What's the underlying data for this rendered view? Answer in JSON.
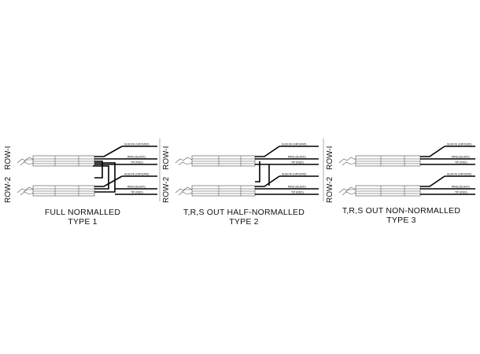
{
  "panels": [
    {
      "rows": [
        "ROW-I",
        "ROW-2"
      ],
      "signals_row1": [
        "SLEEVE (GROUND)",
        "RING (BLACK)",
        "TIP (RED)"
      ],
      "signals_row2": [
        "SLEEVE (GROUND)",
        "RING (BLACK)",
        "TIP (RED)"
      ],
      "caption_line1": "FULL NORMALLED",
      "caption_line2": "TYPE 1"
    },
    {
      "rows": [
        "ROW-I",
        "ROW-2"
      ],
      "signals_row1": [
        "SLEEVE (GROUND)",
        "RING (BLACK)",
        "TIP (RED)"
      ],
      "signals_row2": [
        "SLEEVE (GROUND)",
        "RING (BLACK)",
        "TIP (RED)"
      ],
      "caption_line1": "T,R,S OUT HALF-NORMALLED",
      "caption_line2": "TYPE 2"
    },
    {
      "rows": [
        "ROW-I",
        "ROW-2"
      ],
      "signals_row1": [
        "SLEEVE (GROUND)",
        "RING (BLACK)",
        "TIP (RED)"
      ],
      "signals_row2": [
        "SLEEVE (GROUND)",
        "RING (BLACK)",
        "TIP (RED)"
      ],
      "caption_line1": "T,R,S OUT NON-NORMALLED",
      "caption_line2": "TYPE 3"
    }
  ]
}
